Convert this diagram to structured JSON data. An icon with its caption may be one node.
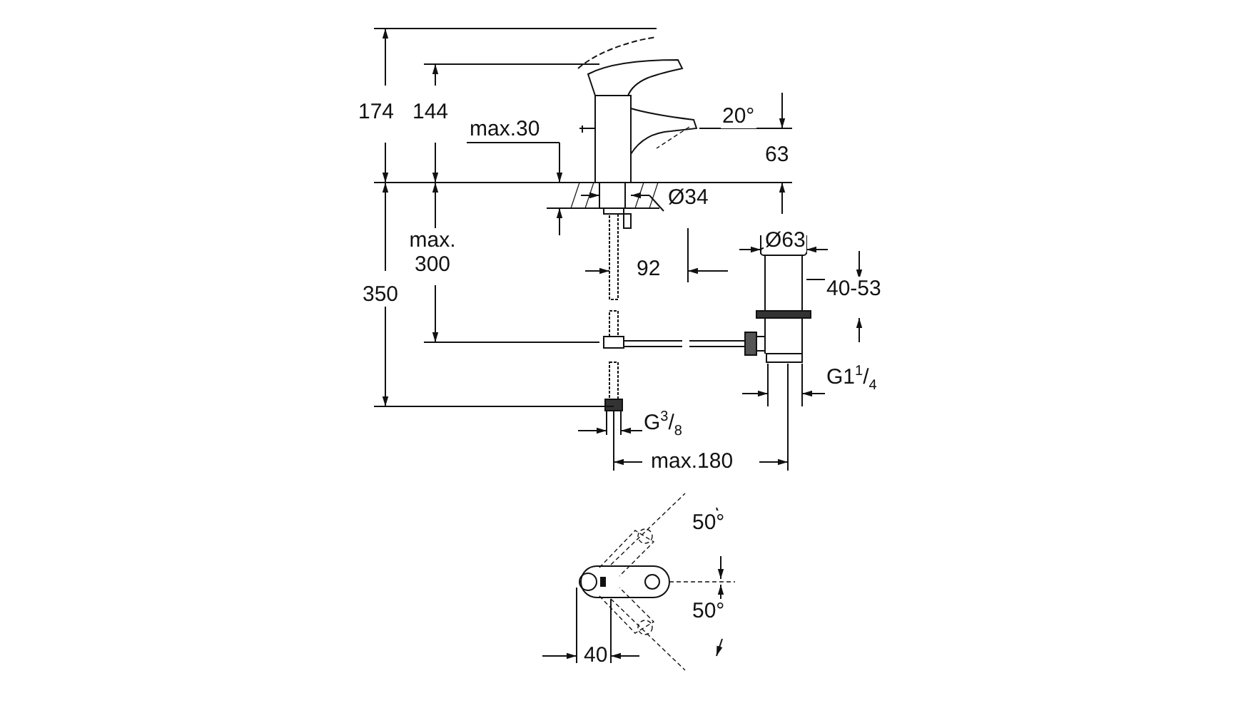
{
  "diagram": {
    "labels": [
      "174",
      "144",
      "max.30",
      "20°",
      "63",
      "Ø34",
      "max. 300",
      "350",
      "92",
      "Ø63",
      "40-53",
      "G1$^{1}$/$_{4}$",
      "G$^{3}$/$_{8}$",
      "max.180",
      "50°",
      "50°",
      "40"
    ]
  }
}
